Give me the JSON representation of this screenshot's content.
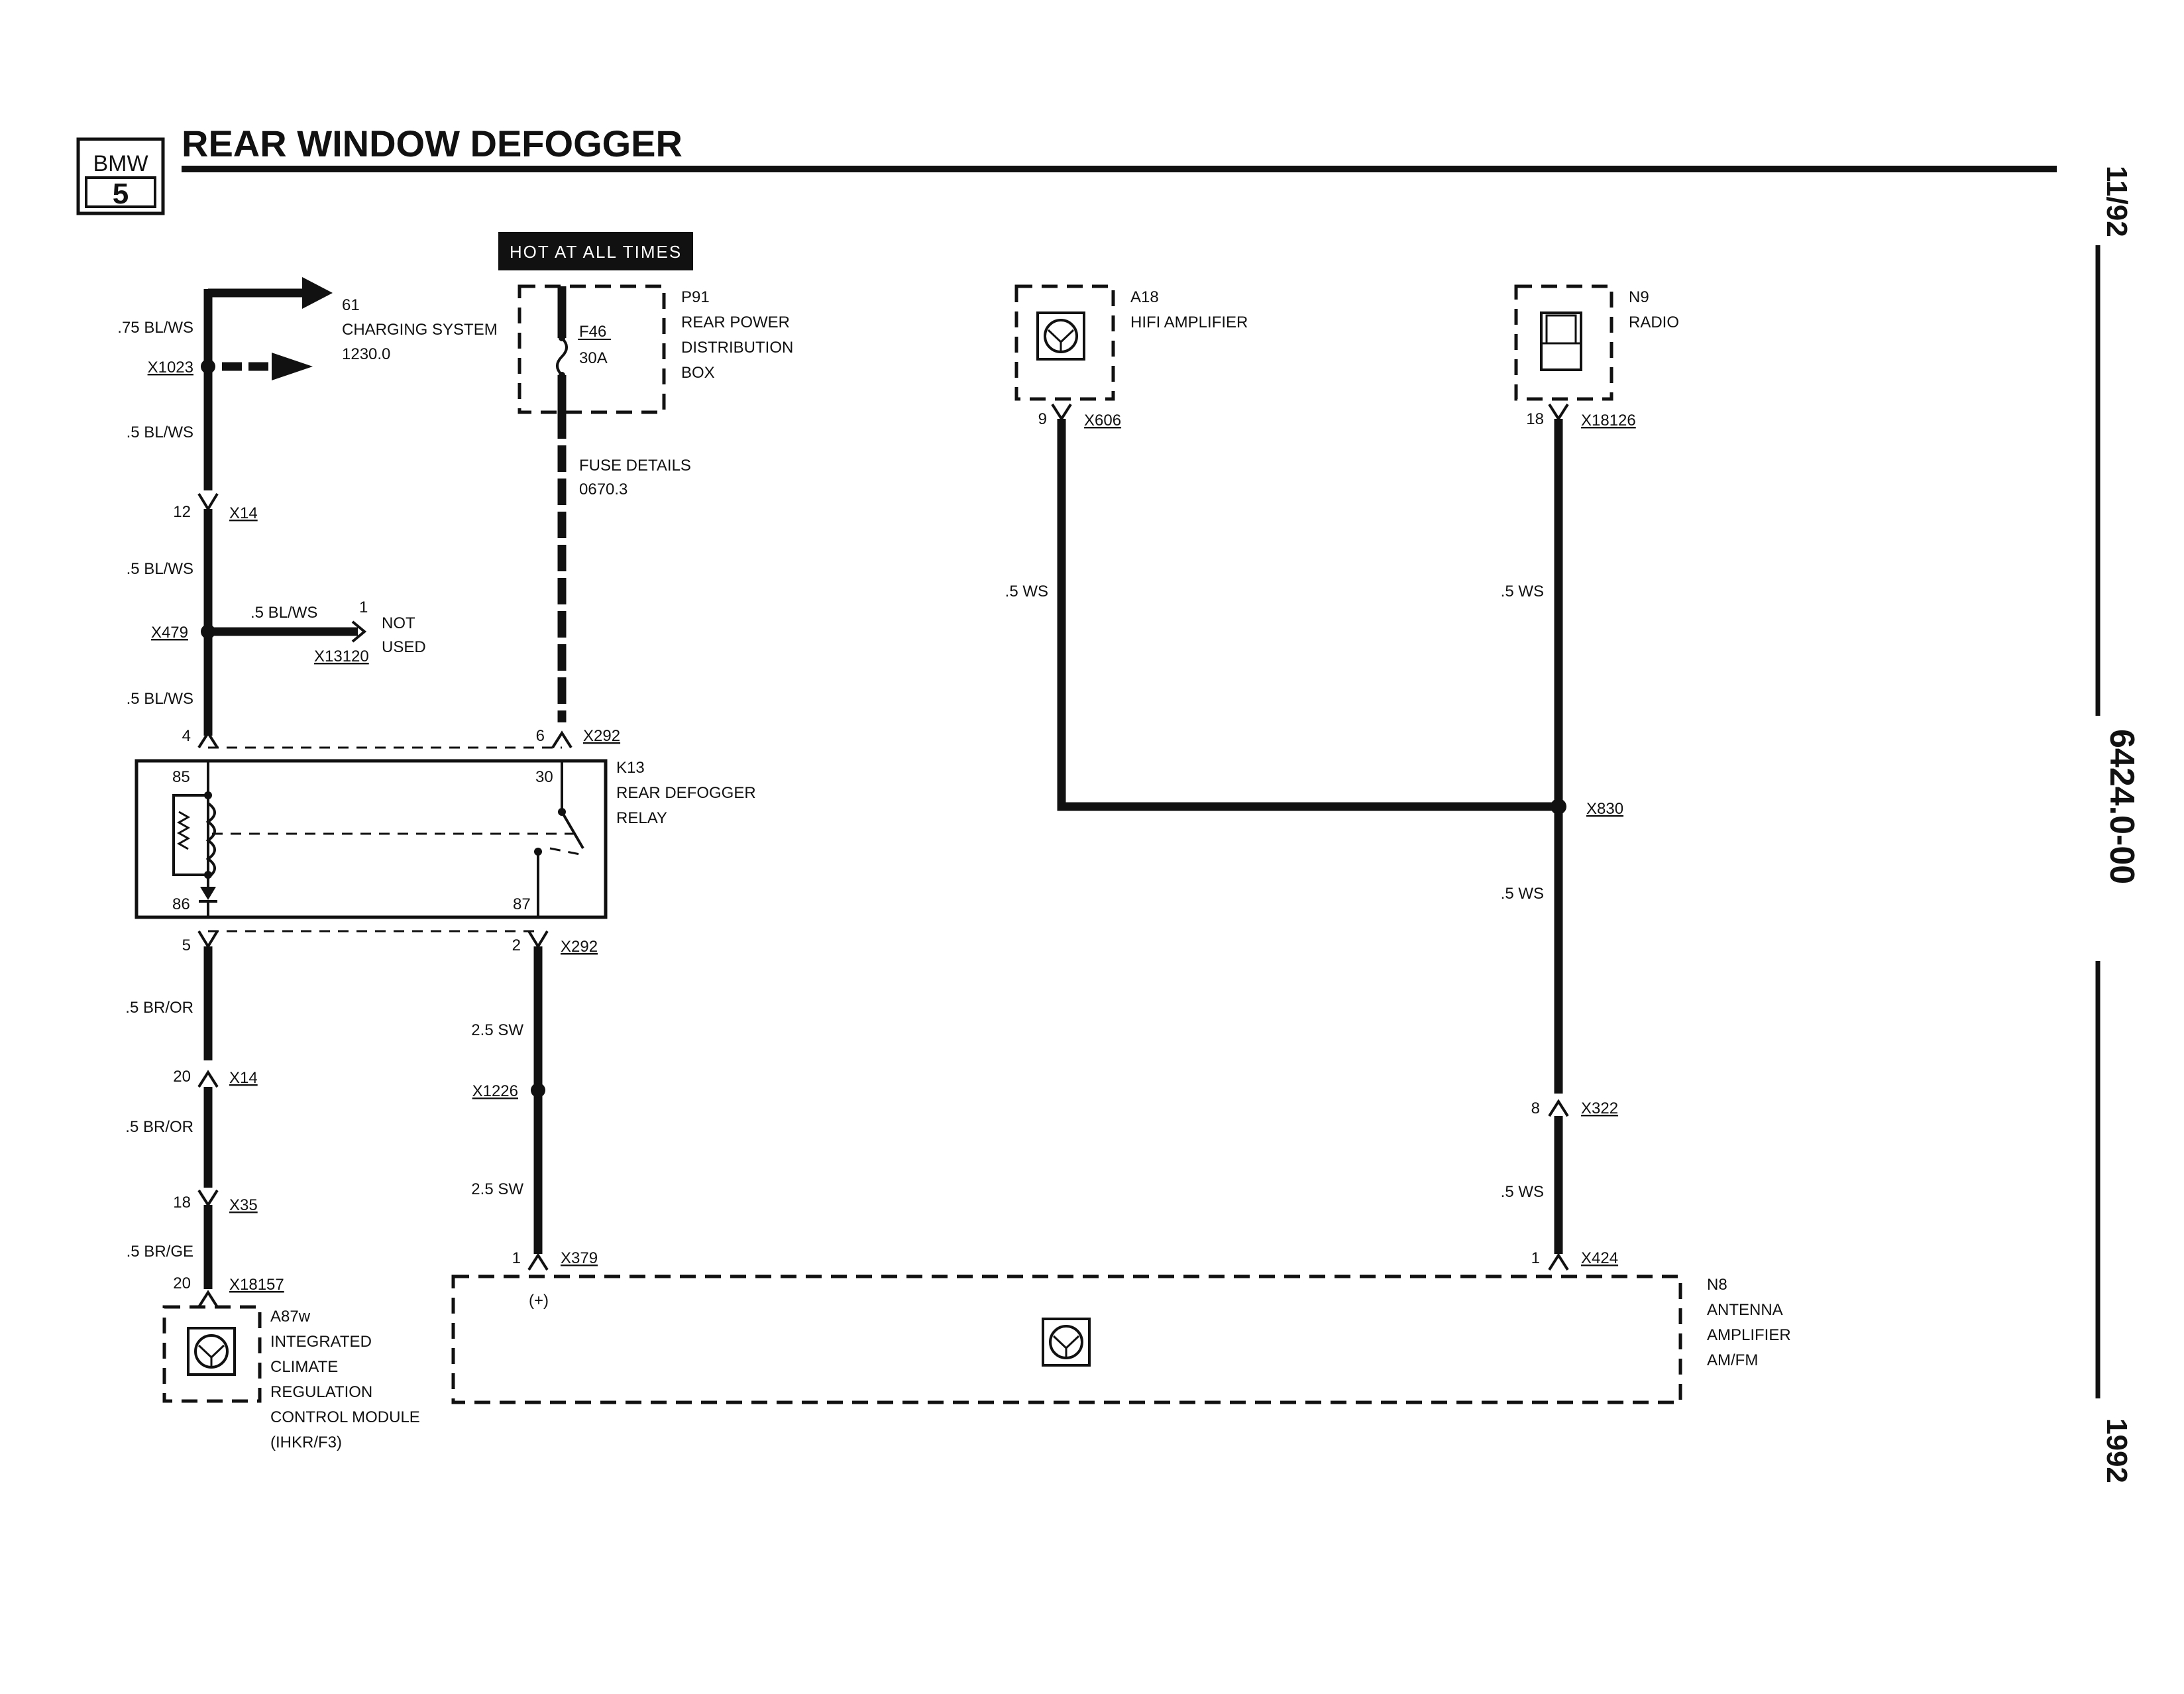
{
  "header": {
    "logo_top": "BMW",
    "logo_bottom": "5",
    "title": "REAR WINDOW DEFOGGER"
  },
  "side": {
    "date": "11/92",
    "code": "6424.0-00",
    "year": "1992"
  },
  "hot_banner": "HOT AT ALL TIMES",
  "components": {
    "charging": {
      "id": "61",
      "name": "CHARGING SYSTEM",
      "ref": "1230.0"
    },
    "p91": {
      "id": "P91",
      "line1": "REAR POWER",
      "line2": "DISTRIBUTION",
      "line3": "BOX",
      "fuse": "F46",
      "amp": "30A"
    },
    "fuse_details": {
      "line1": "FUSE DETAILS",
      "line2": "0670.3"
    },
    "a18": {
      "id": "A18",
      "name": "HIFI AMPLIFIER"
    },
    "n9": {
      "id": "N9",
      "name": "RADIO"
    },
    "k13": {
      "id": "K13",
      "line1": "REAR DEFOGGER",
      "line2": "RELAY",
      "pin85": "85",
      "pin86": "86",
      "pin30": "30",
      "pin87": "87"
    },
    "not_used": {
      "pin": "1",
      "line1": "NOT",
      "line2": "USED"
    },
    "a87w": {
      "id": "A87w",
      "line1": "INTEGRATED",
      "line2": "CLIMATE",
      "line3": "REGULATION",
      "line4": "CONTROL MODULE",
      "line5": "(IHKR/F3)"
    },
    "n8": {
      "id": "N8",
      "line1": "ANTENNA",
      "line2": "AMPLIFIER",
      "line3": "AM/FM",
      "plus": "(+)"
    }
  },
  "wires": {
    "w075blws": ".75 BL/WS",
    "w5blws_a": ".5 BL/WS",
    "w5blws_b": ".5 BL/WS",
    "w5blws_c": ".5 BL/WS",
    "w5blws_d": ".5 BL/WS",
    "w5bror_a": ".5 BR/OR",
    "w5bror_b": ".5 BR/OR",
    "w5brge": ".5 BR/GE",
    "w25sw_a": "2.5 SW",
    "w25sw_b": "2.5 SW",
    "w5ws_a": ".5 WS",
    "w5ws_b": ".5 WS",
    "w5ws_c": ".5 WS",
    "w5ws_d": ".5 WS"
  },
  "connectors": {
    "x1023": "X1023",
    "x14_top": "X14",
    "x14_top_pin": "12",
    "x479": "X479",
    "x13120": "X13120",
    "x292_top": "X292",
    "x292_top_pin": "6",
    "pin4": "4",
    "x292_bot": "X292",
    "x292_bot_pin": "2",
    "pin5": "5",
    "x14_bot": "X14",
    "x14_bot_pin": "20",
    "x35": "X35",
    "x35_pin": "18",
    "x18157": "X18157",
    "x18157_pin": "20",
    "x1226": "X1226",
    "x379": "X379",
    "x379_pin": "1",
    "x606": "X606",
    "x606_pin": "9",
    "x18126": "X18126",
    "x18126_pin": "18",
    "x830": "X830",
    "x322": "X322",
    "x322_pin": "8",
    "x424": "X424",
    "x424_pin": "1"
  }
}
